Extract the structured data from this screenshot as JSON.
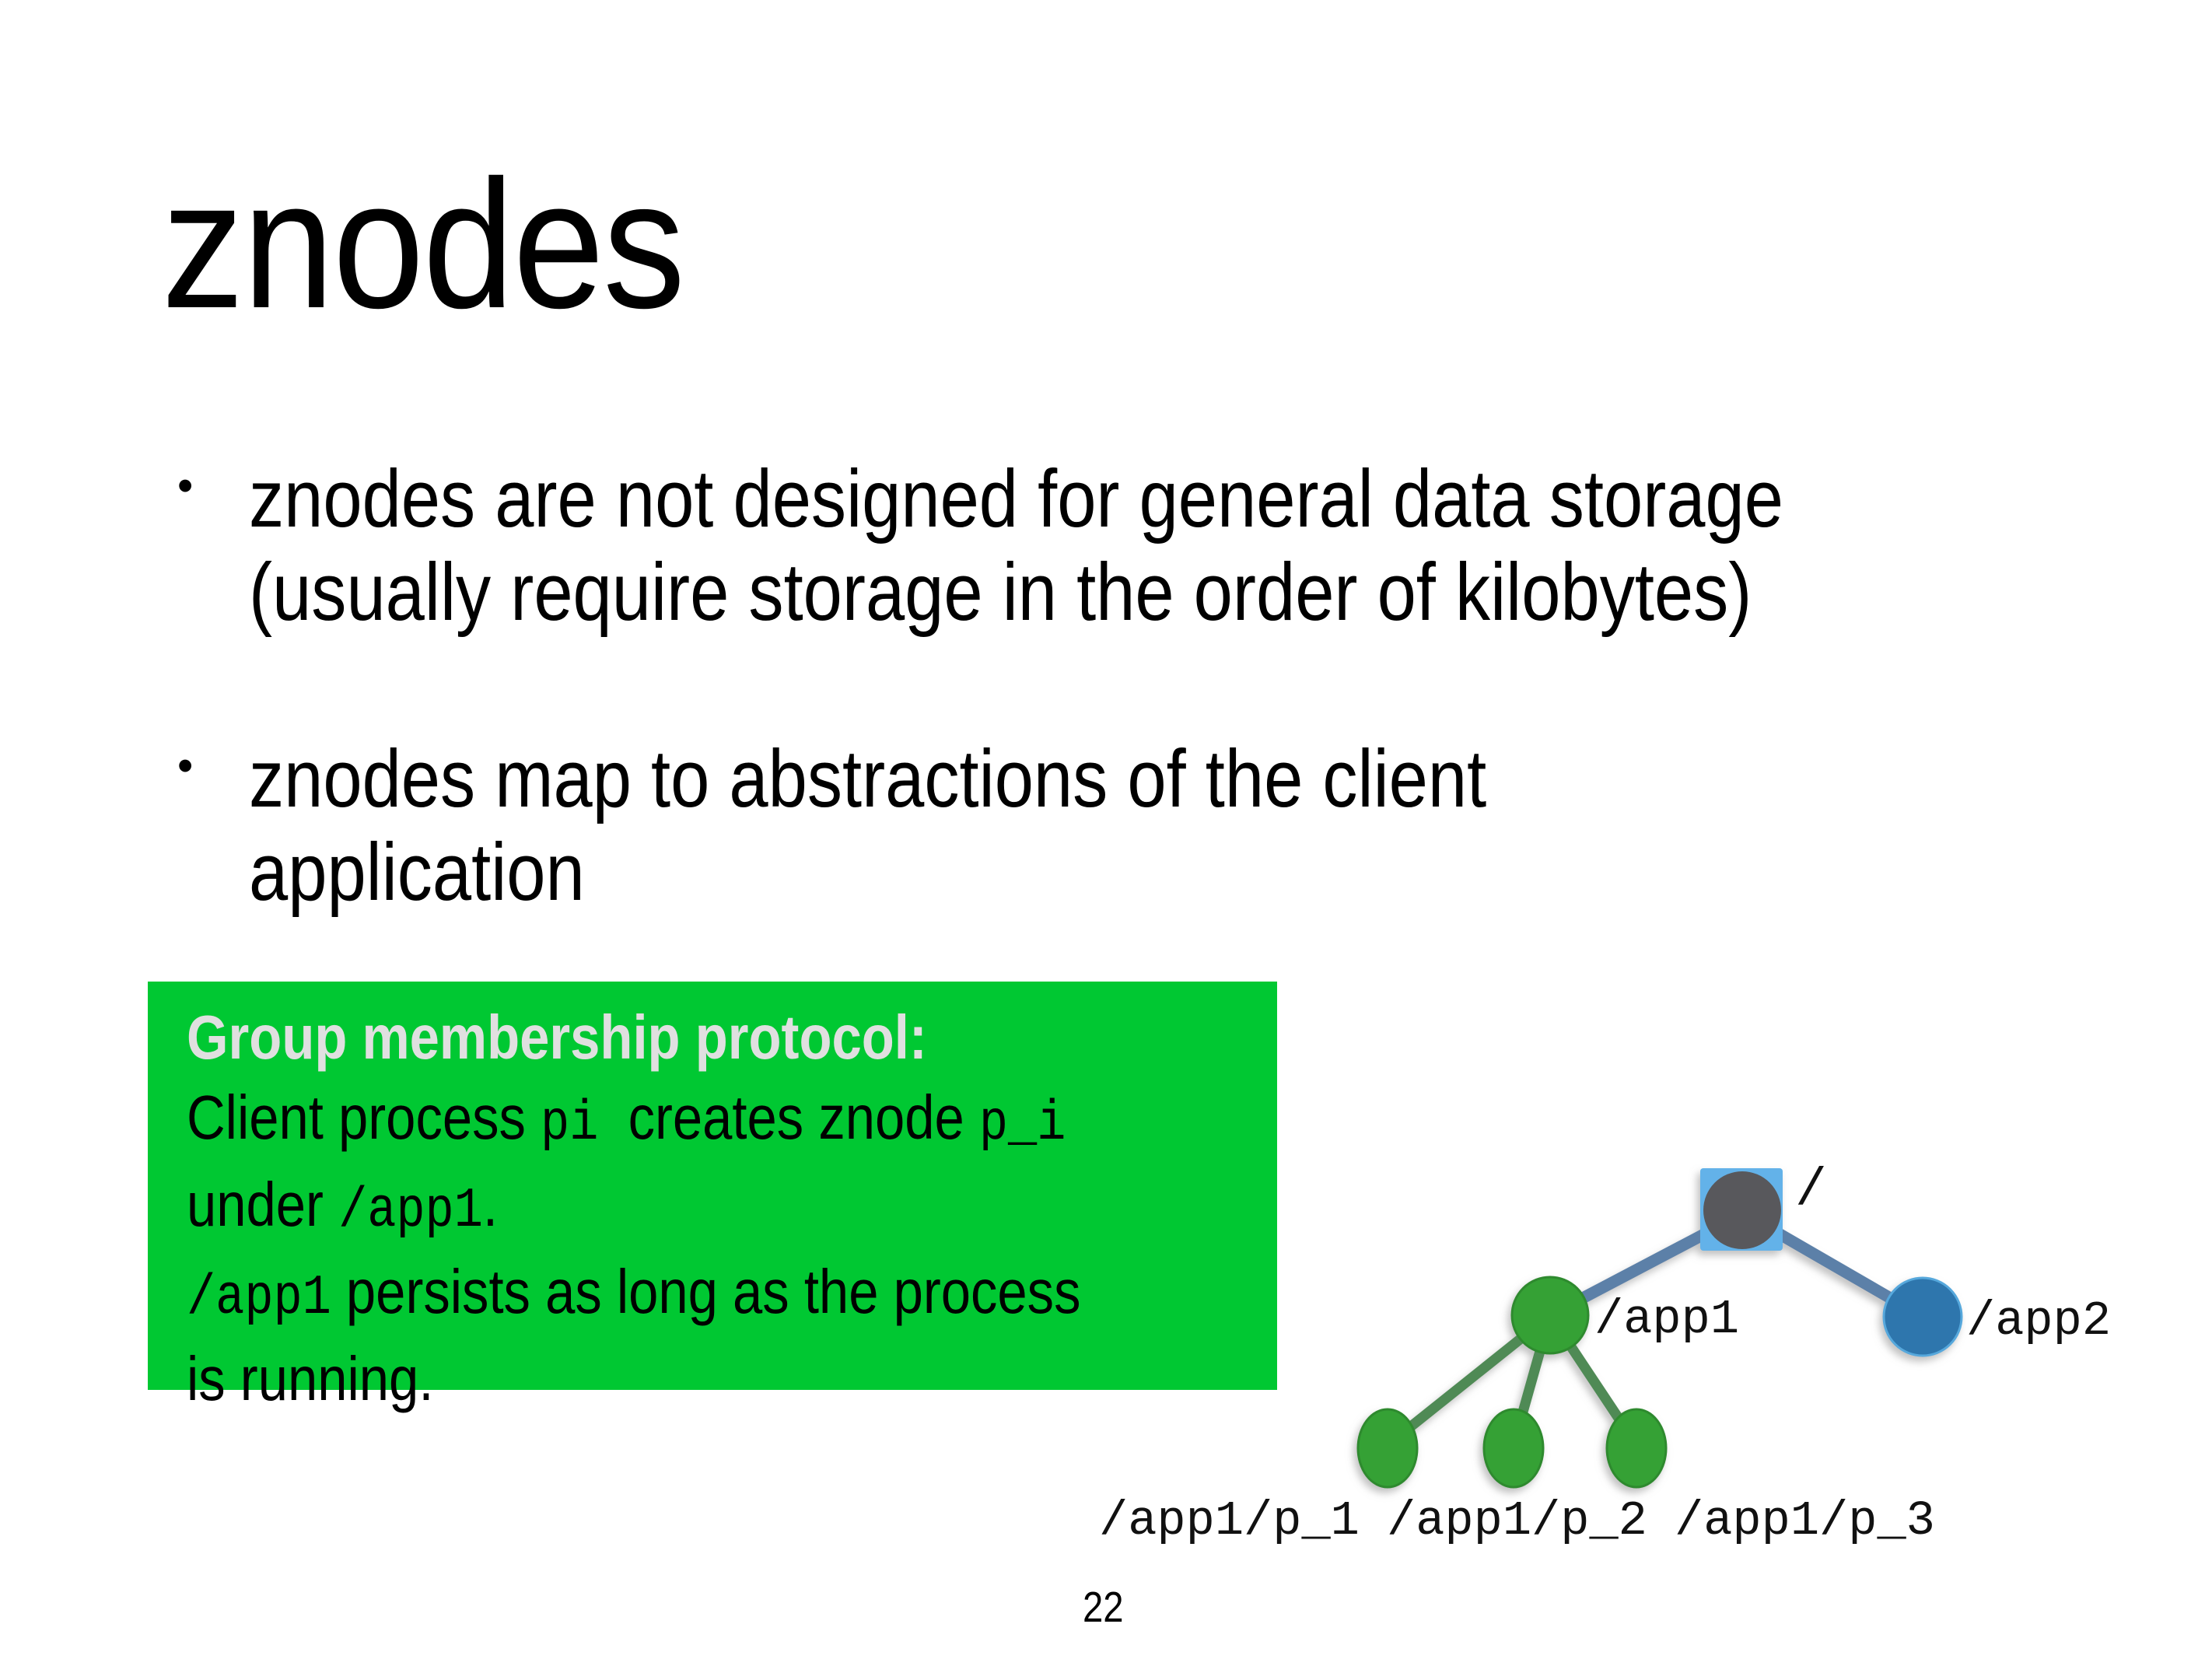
{
  "slide": {
    "title": "znodes",
    "bullet_glyph": "•",
    "bullets": [
      {
        "lines": [
          "znodes are not designed for general data storage",
          "(usually require storage in the order of kilobytes)"
        ]
      },
      {
        "lines": [
          "znodes map to abstractions of the client",
          "application"
        ]
      }
    ],
    "page_number": "22"
  },
  "callout": {
    "background": "#00c832",
    "header_color": "#e0e0e0",
    "header": "Group membership protocol:",
    "l2": [
      "Client process ",
      "pi",
      "  creates znode ",
      "p_i"
    ],
    "l3": [
      "under ",
      "/app1",
      "."
    ],
    "l4": [
      "/app1",
      " persists as long as the process"
    ],
    "l5": [
      "is running."
    ]
  },
  "tree": {
    "root_label": "/",
    "app1_label": "/app1",
    "app2_label": "/app2",
    "leaf_labels": [
      "/app1/p_1",
      "/app1/p_2",
      "/app1/p_3"
    ],
    "colors": {
      "green_node": "#36a136",
      "green_node_border": "#2d8a2f",
      "blue_node": "#2d76ad",
      "blue_node_border": "#57a8dc",
      "gray_node": "#58595b",
      "selection_blue": "#63b2e9",
      "edge_blue": "#5b80a8",
      "edge_green": "#4f8a55"
    }
  }
}
